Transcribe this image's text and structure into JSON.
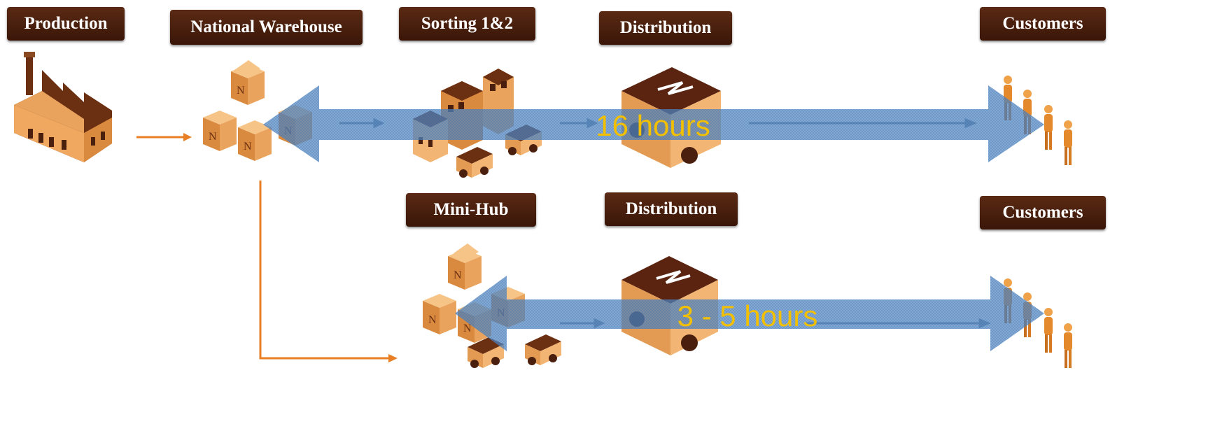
{
  "stages": {
    "production": "Production",
    "national_warehouse": "National Warehouse",
    "sorting": "Sorting 1&2",
    "distribution_top": "Distribution",
    "customers_top": "Customers",
    "mini_hub": "Mini-Hub",
    "distribution_bottom": "Distribution",
    "customers_bottom": "Customers"
  },
  "durations": {
    "standard_route": "16 hours",
    "mini_hub_route": "3 - 5 hours"
  },
  "colors": {
    "label_bg": "#4a1f0e",
    "icon_light": "#f2b574",
    "icon_mid": "#d98a3f",
    "icon_dark": "#6b2f12",
    "flow_arrow": "#e87f24",
    "duration_band": "#4f86c6",
    "duration_text": "#f2c000"
  },
  "icons": [
    "factory-icon",
    "warehouse-boxes-icon",
    "sorting-buildings-icon",
    "delivery-truck-icon",
    "customers-people-icon",
    "mini-hub-boxes-icon",
    "van-icon"
  ]
}
